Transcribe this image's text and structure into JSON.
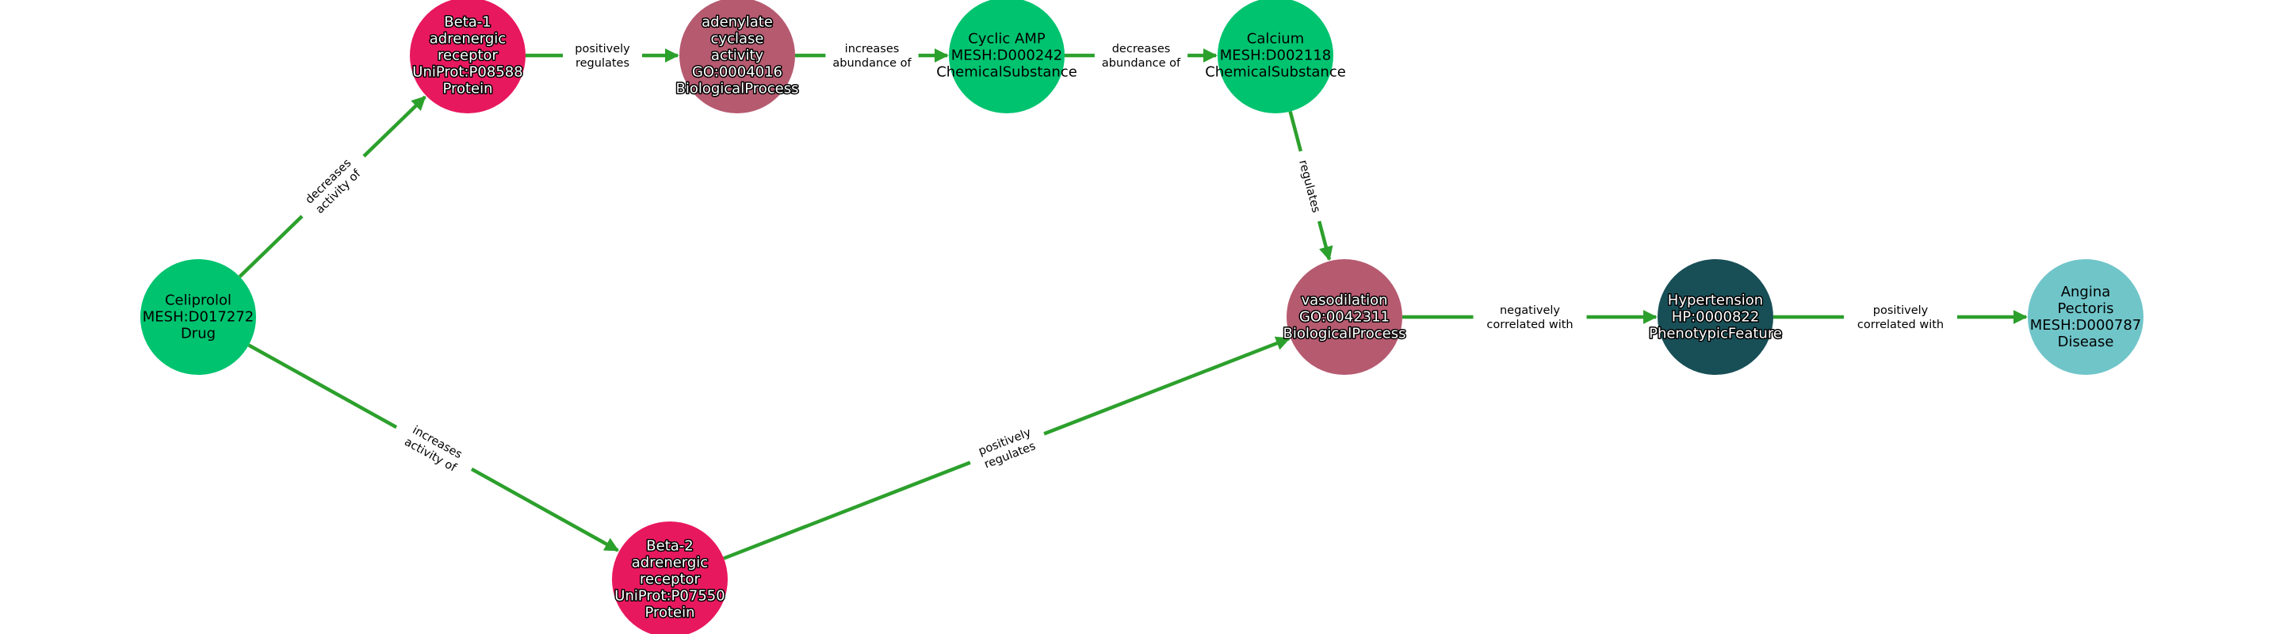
{
  "colors": {
    "edge": "#2ca02c",
    "ChemicalSubstance": "#00c36f",
    "Drug": "#00c36f",
    "Protein": "#e8185e",
    "BiologicalProcess": "#b65a70",
    "PhenotypicFeature": "#184f57",
    "Disease": "#70c5c9"
  },
  "nodes": [
    {
      "id": "celiprolol",
      "lines": [
        "Celiprolol",
        "MESH:D017272",
        "Drug"
      ],
      "type": "Drug",
      "dark": false
    },
    {
      "id": "beta1",
      "lines": [
        "Beta-1",
        "adrenergic",
        "receptor",
        "UniProt:P08588",
        "Protein"
      ],
      "type": "Protein",
      "dark": true
    },
    {
      "id": "adenylate",
      "lines": [
        "adenylate",
        "cyclase",
        "activity",
        "GO:0004016",
        "BiologicalProcess"
      ],
      "type": "BiologicalProcess",
      "dark": true
    },
    {
      "id": "camp",
      "lines": [
        "Cyclic AMP",
        "MESH:D000242",
        "ChemicalSubstance"
      ],
      "type": "ChemicalSubstance",
      "dark": false
    },
    {
      "id": "calcium",
      "lines": [
        "Calcium",
        "MESH:D002118",
        "ChemicalSubstance"
      ],
      "type": "ChemicalSubstance",
      "dark": false
    },
    {
      "id": "vasodilation",
      "lines": [
        "vasodilation",
        "GO:0042311",
        "BiologicalProcess"
      ],
      "type": "BiologicalProcess",
      "dark": true
    },
    {
      "id": "hypertension",
      "lines": [
        "Hypertension",
        "HP:0000822",
        "PhenotypicFeature"
      ],
      "type": "PhenotypicFeature",
      "dark": true
    },
    {
      "id": "angina",
      "lines": [
        "Angina",
        "Pectoris",
        "MESH:D000787",
        "Disease"
      ],
      "type": "Disease",
      "dark": false
    },
    {
      "id": "beta2",
      "lines": [
        "Beta-2",
        "adrenergic",
        "receptor",
        "UniProt:P07550",
        "Protein"
      ],
      "type": "Protein",
      "dark": true
    }
  ],
  "edges": [
    {
      "from": "celiprolol",
      "to": "beta1",
      "lines": [
        "decreases",
        "activity of"
      ]
    },
    {
      "from": "beta1",
      "to": "adenylate",
      "lines": [
        "positively",
        "regulates"
      ]
    },
    {
      "from": "adenylate",
      "to": "camp",
      "lines": [
        "increases",
        "abundance of"
      ]
    },
    {
      "from": "camp",
      "to": "calcium",
      "lines": [
        "decreases",
        "abundance of"
      ]
    },
    {
      "from": "calcium",
      "to": "vasodilation",
      "lines": [
        "regulates"
      ]
    },
    {
      "from": "vasodilation",
      "to": "hypertension",
      "lines": [
        "negatively",
        "correlated with"
      ]
    },
    {
      "from": "hypertension",
      "to": "angina",
      "lines": [
        "positively",
        "correlated with"
      ]
    },
    {
      "from": "celiprolol",
      "to": "beta2",
      "lines": [
        "increases",
        "activity of"
      ]
    },
    {
      "from": "beta2",
      "to": "vasodilation",
      "lines": [
        "positively",
        "regulates"
      ]
    }
  ]
}
